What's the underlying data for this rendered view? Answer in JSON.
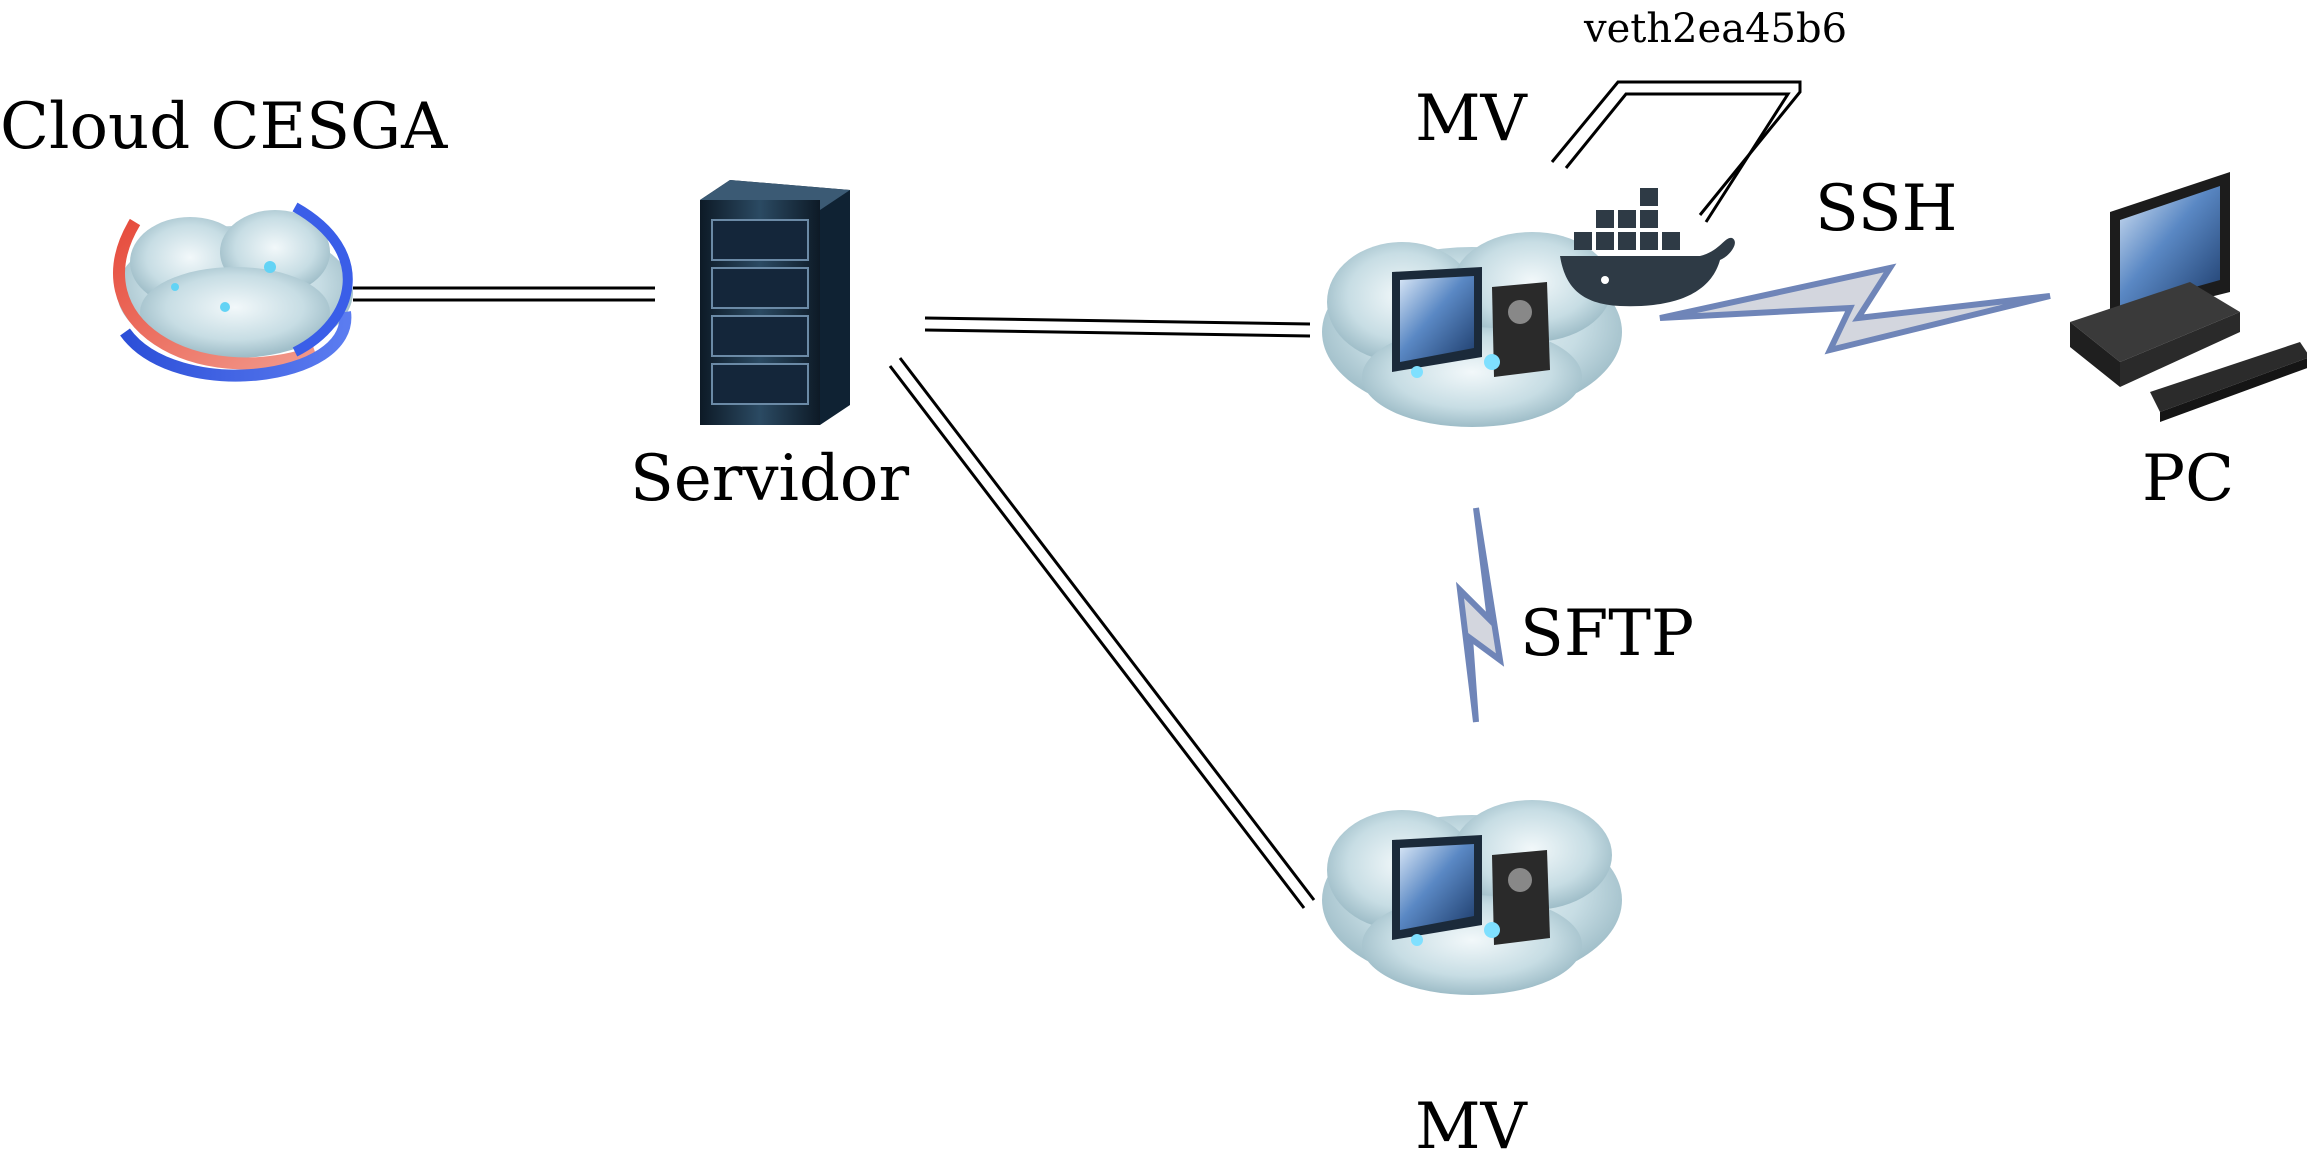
{
  "nodes": {
    "cloud": {
      "label": "Cloud CESGA",
      "icon": "cloud-globe-icon"
    },
    "server": {
      "label": "Servidor",
      "icon": "server-rack-icon"
    },
    "vm_top": {
      "label": "MV",
      "icon": "virtual-machine-cloud-icon"
    },
    "vm_bottom": {
      "label": "MV",
      "icon": "virtual-machine-cloud-icon"
    },
    "pc": {
      "label": "PC",
      "icon": "desktop-computer-icon"
    },
    "docker": {
      "icon": "docker-whale-icon"
    }
  },
  "links": {
    "veth": "veth2ea45b6",
    "ssh": "SSH",
    "sftp": "SFTP"
  },
  "colors": {
    "lightning_stroke": "#6f85b8",
    "lightning_fill": "#d3d6de",
    "docker": "#2e3a45",
    "cloud": "#b9d3dc",
    "server": "#1f3345"
  }
}
